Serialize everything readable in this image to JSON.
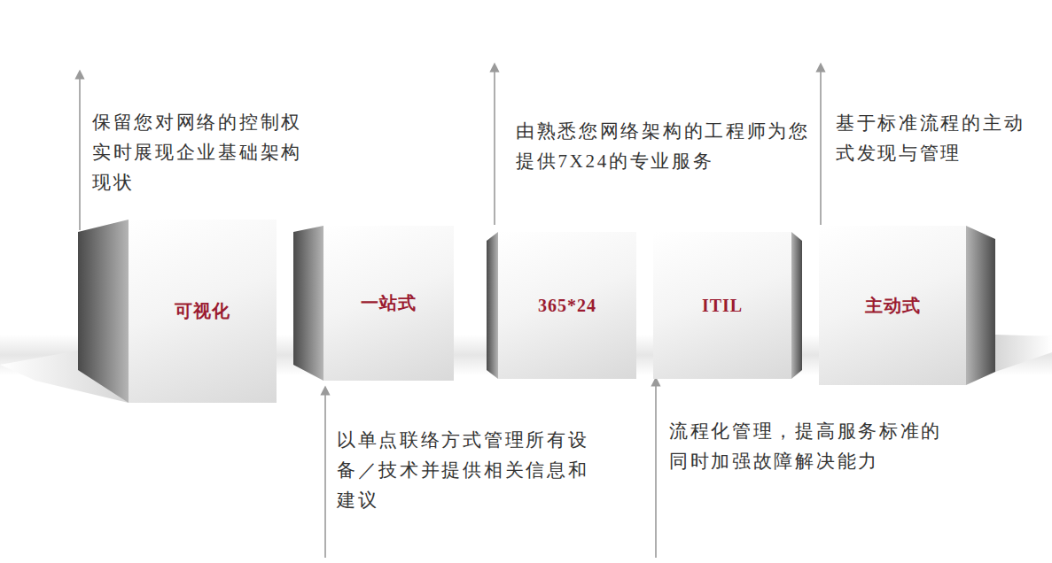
{
  "diagram": {
    "nodes": [
      {
        "text": [
          "可视化"
        ]
      },
      {
        "text": [
          "一站式"
        ]
      },
      {
        "text": [
          "365*24"
        ]
      },
      {
        "text": [
          "ITIL"
        ]
      },
      {
        "text": [
          "主动式"
        ]
      }
    ],
    "labels": [
      "保留您对网络的控制权 实时展现企业基础架构 现状",
      "以单点联络方式管理所有设 备／技术并提供相关信息和 建议",
      "由熟悉您网络架构的工程师为您 提供7X24的专业服务",
      "流程化管理，提高服务标准的 同时加强故障解决能力",
      "基于标准流程的主动 式发现与管理"
    ]
  }
}
